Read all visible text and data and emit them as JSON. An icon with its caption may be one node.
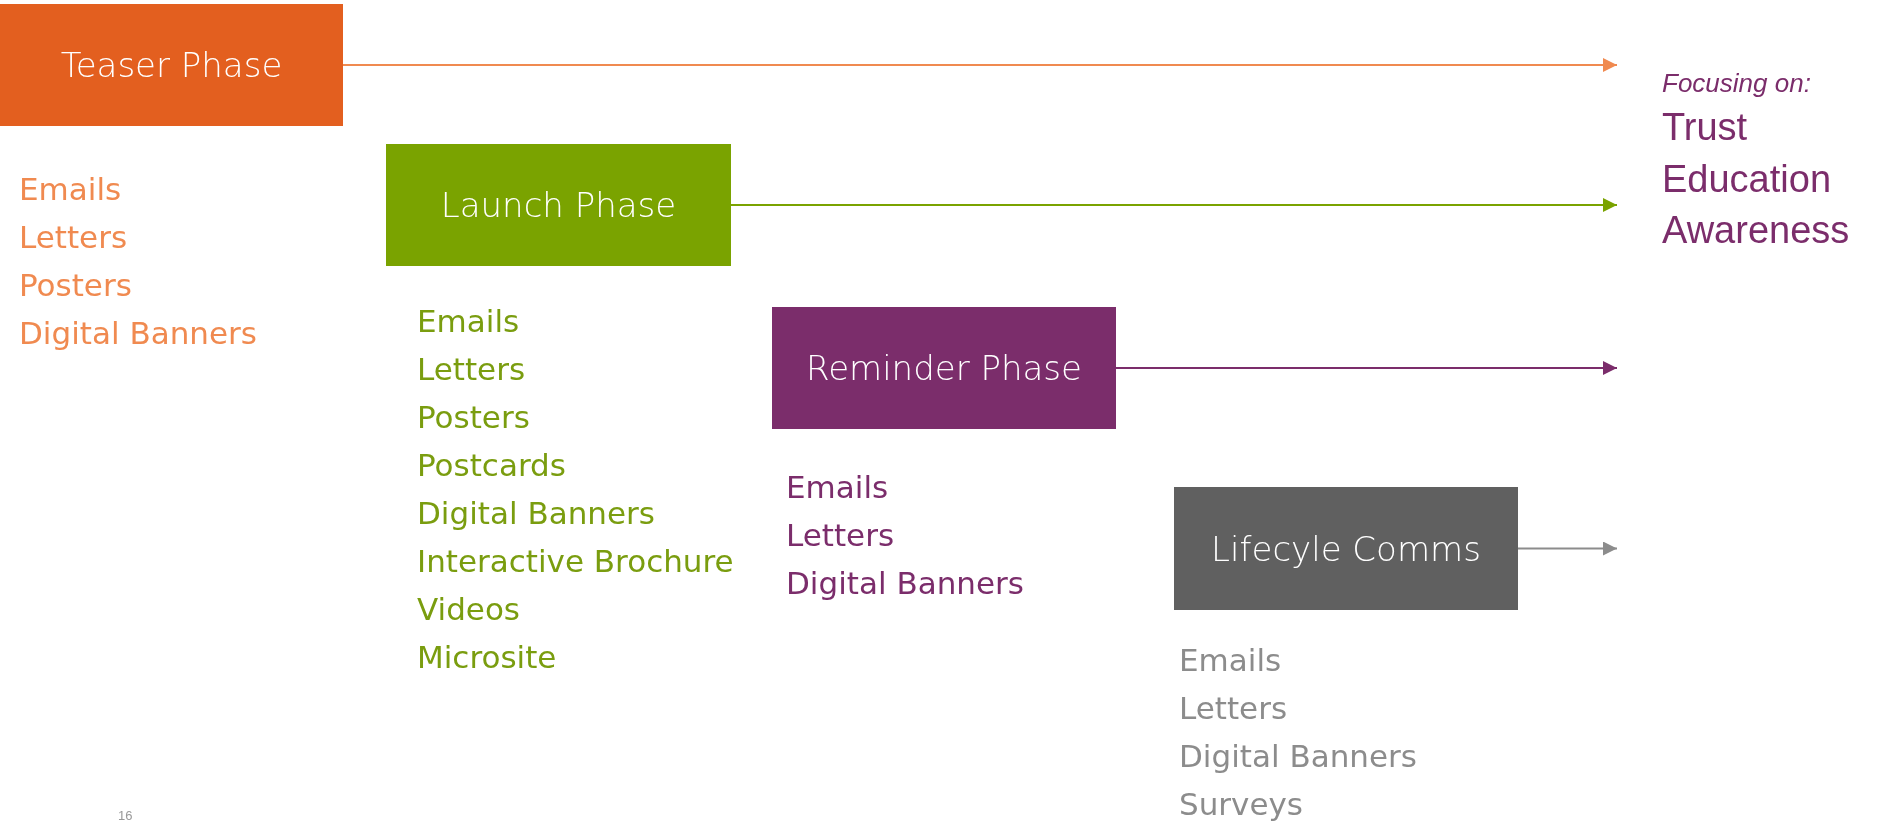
{
  "diagram": {
    "nodes": [
      {
        "text": [
          "Teaser Phase"
        ],
        "beside": [
          "Emails",
          "Letters",
          "Posters",
          "Digital Banners"
        ]
      },
      {
        "text": [
          "Launch Phase"
        ],
        "beside": [
          "Emails",
          "Letters",
          "Posters",
          "Postcards",
          "Digital Banners",
          "Interactive Brochure",
          "Videos",
          "Microsite"
        ]
      },
      {
        "text": [
          "Reminder Phase"
        ],
        "beside": [
          "Emails",
          "Letters",
          "Digital Banners"
        ]
      },
      {
        "text": [
          "Lifecyle Comms"
        ],
        "beside": [
          "Emails",
          "Letters",
          "Digital Banners",
          "Surveys"
        ]
      }
    ],
    "edges": [
      {
        "from": 0,
        "to": null,
        "arrow": "to",
        "color": "#f08a50"
      },
      {
        "from": 1,
        "to": null,
        "arrow": "to",
        "color": "#7aa300"
      },
      {
        "from": 2,
        "to": null,
        "arrow": "to",
        "color": "#7b2d6b"
      },
      {
        "from": 3,
        "to": null,
        "arrow": "to",
        "color": "#8c8c8c"
      }
    ],
    "labels": [
      "Focusing on:",
      "Trust",
      "Education",
      "Awareness",
      "16"
    ]
  }
}
